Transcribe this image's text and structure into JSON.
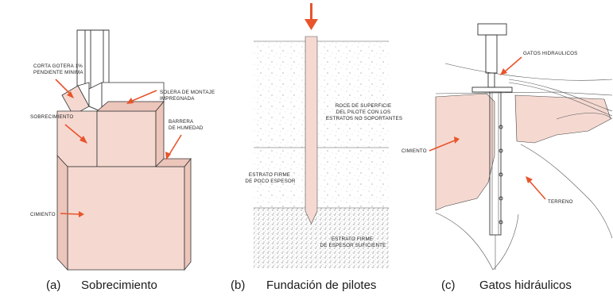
{
  "panel_a": {
    "labels": {
      "corta_gotera": [
        "CORTA GOTERA 1%",
        "PENDIENTE MINIMA"
      ],
      "solera": [
        "SOLERA DE MONTAJE",
        "IMPREGNADA"
      ],
      "sobrecimiento": [
        "SOBRECIMIENTO"
      ],
      "barrera": [
        "BARRERA",
        "DE HUMEDAD"
      ],
      "cimiento": [
        "CIMIENTO"
      ]
    },
    "caption_letter": "(a)",
    "caption_text": "Sobrecimiento"
  },
  "panel_b": {
    "labels": {
      "roce": [
        "ROCE DE SUPERFICIE",
        "DEL PILOTE CON LOS",
        "ESTRATOS  NO SOPORTANTES"
      ],
      "estrato_poco": [
        "ESTRATO FIRME",
        "DE POCO ESPESOR"
      ],
      "estrato_suficiente": [
        "ESTRATO FIRME",
        "DE ESPESOR SUFICIENTE"
      ]
    },
    "caption_letter": "(b)",
    "caption_text": "Fundación de pilotes"
  },
  "panel_c": {
    "labels": {
      "gatos": [
        "GATOS HIDRAULICOS"
      ],
      "cimiento": [
        "CIMIENTO"
      ],
      "terreno": [
        "TERRENO"
      ]
    },
    "caption_letter": "(c)",
    "caption_text": "Gatos hidráulicos"
  },
  "colors": {
    "accent": "#e8542c",
    "fill": "#f5d9d1"
  }
}
